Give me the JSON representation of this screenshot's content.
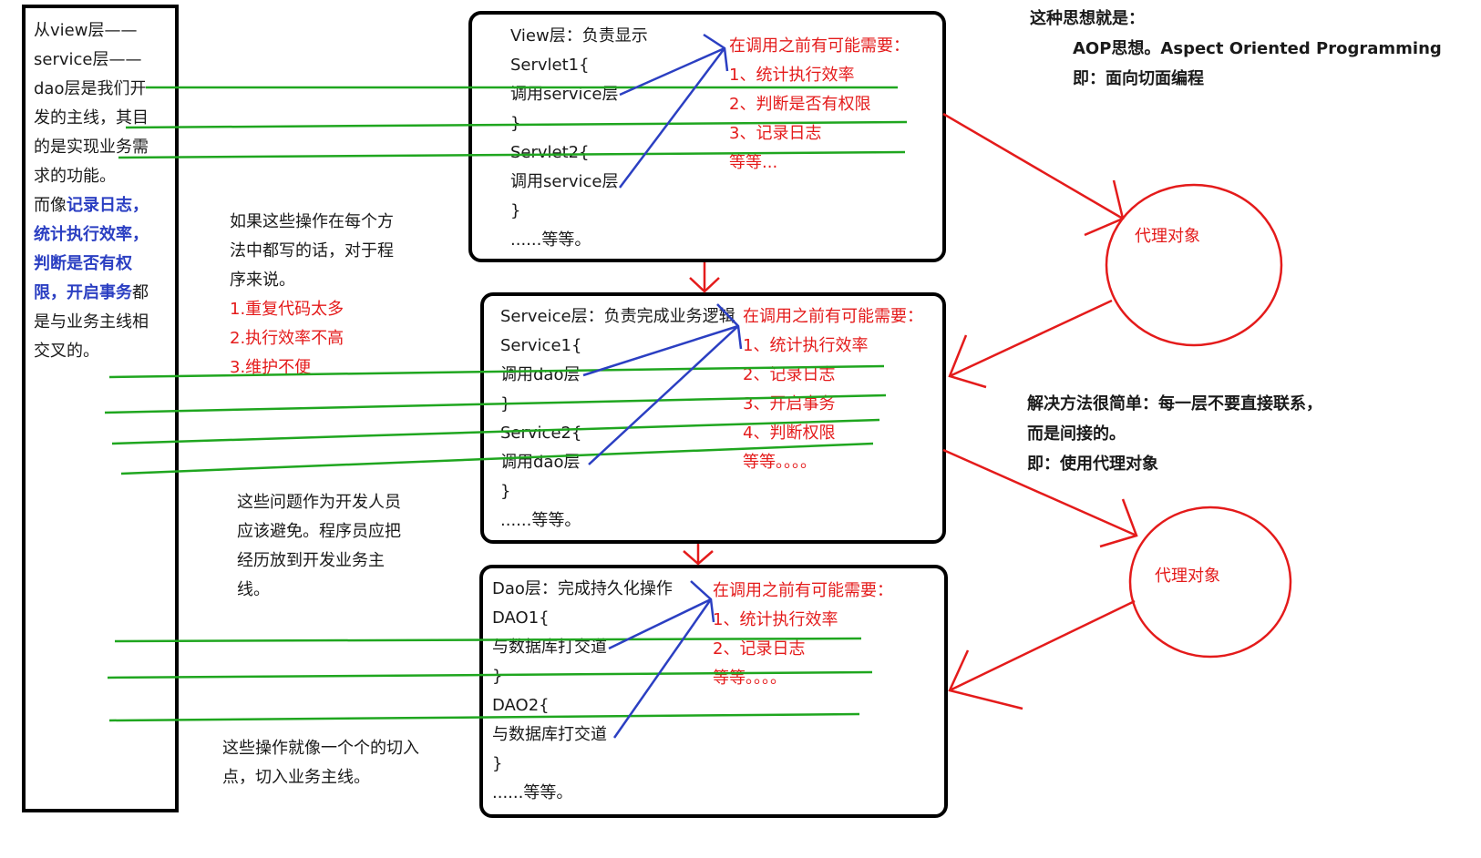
{
  "left_panel": {
    "lines": [
      "从view层——",
      "service层——",
      "dao层是我们开",
      "发的主线，其目",
      "的是实现业务需",
      "求的功能。"
    ],
    "line7_prefix": "而像",
    "line7_highlight": "记录日志，",
    "line8_highlight": "统计执行效率，",
    "line9_highlight": "判断是否有权",
    "line10_highlight": "限，开启事务",
    "line10_suffix": "都",
    "line11": "是与业务主线相",
    "line12": "交叉的。"
  },
  "view_layer": {
    "lines": [
      "View层：负责显示",
      "Servlet1{",
      "调用service层",
      "}",
      "Servlet2{",
      "调用service层",
      "}",
      "......等等。"
    ],
    "needs_title": "在调用之前有可能需要：",
    "needs": [
      "1、统计执行效率",
      "2、判断是否有权限",
      "3、记录日志",
      "等等..."
    ]
  },
  "service_layer": {
    "lines": [
      "Serveice层：负责完成业务逻辑",
      "Service1{",
      "调用dao层",
      "}",
      "Service2{",
      "调用dao层",
      "}",
      "......等等。"
    ],
    "needs_title": "在调用之前有可能需要：",
    "needs": [
      "1、统计执行效率",
      "2、记录日志",
      "3、开启事务",
      "4、判断权限",
      "等等。。。。"
    ]
  },
  "dao_layer": {
    "lines": [
      "Dao层：完成持久化操作",
      "DAO1{",
      "与数据库打交道",
      "}",
      "DAO2{",
      "与数据库打交道",
      "}",
      "......等等。"
    ],
    "needs_title": "在调用之前有可能需要：",
    "needs": [
      "1、统计执行效率",
      "2、记录日志",
      "等等。。。。"
    ]
  },
  "note_problems": {
    "lines": [
      "如果这些操作在每个方",
      "法中都写的话，对于程",
      "序来说。"
    ],
    "issues": [
      "1.重复代码太多",
      "2.执行效率不高",
      "3.维护不便"
    ]
  },
  "note_avoid": {
    "lines": [
      "这些问题作为开发人员",
      "应该避免。程序员应把",
      "经历放到开发业务主",
      "线。"
    ]
  },
  "note_cut": {
    "lines": [
      "这些操作就像一个个的切入",
      "点，切入业务主线。"
    ]
  },
  "aop": {
    "line1": "这种思想就是：",
    "line2": "AOP思想。Aspect Oriented Programming",
    "line3": "即：面向切面编程"
  },
  "solution": {
    "lines": [
      "解决方法很简单：每一层不要直接联系，",
      "而是间接的。",
      "即：使用代理对象"
    ]
  },
  "proxy": {
    "label1": "代理对象",
    "label2": "代理对象"
  },
  "colors": {
    "red": "#e41b1b",
    "blue": "#2b3fc2",
    "green": "#1fa61f",
    "black": "#000000"
  }
}
